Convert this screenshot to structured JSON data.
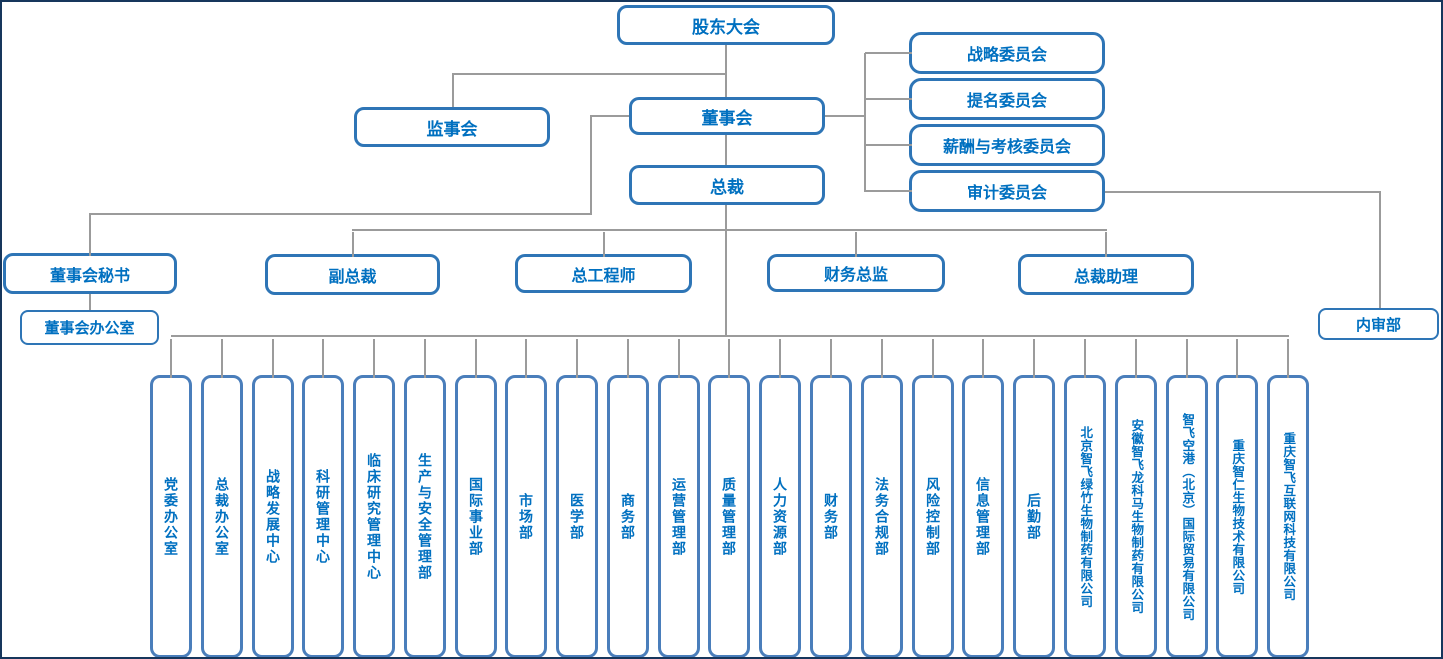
{
  "org": {
    "colors": {
      "box_border": "#2E75B6",
      "box_border_light": "#4A7EBB",
      "label_blue": "#0070C0",
      "connector_gray": "#9B9B9B",
      "background": "#FFFFFF"
    },
    "nodes": {
      "shareholders_meeting": "股东大会",
      "supervisory_board": "监事会",
      "board_of_directors": "董事会",
      "president": "总裁",
      "board_office": "董事会办公室",
      "internal_audit": "内审部"
    },
    "committees": [
      "战略委员会",
      "提名委员会",
      "薪酬与考核委员会",
      "审计委员会"
    ],
    "executives": [
      "董事会秘书",
      "副总裁",
      "总工程师",
      "财务总监",
      "总裁助理"
    ],
    "departments": [
      "党委办公室",
      "总裁办公室",
      "战略发展中心",
      "科研管理中心",
      "临床研究管理中心",
      "生产与安全管理部",
      "国际事业部",
      "市场部",
      "医学部",
      "商务部",
      "运营管理部",
      "质量管理部",
      "人力资源部",
      "财务部",
      "法务合规部",
      "风险控制部",
      "信息管理部",
      "后勤部",
      "北京智飞绿竹生物制药有限公司",
      "安徽智飞龙科马生物制药有限公司",
      "智飞空港（北京）国际贸易有限公司",
      "重庆智仁生物技术有限公司",
      "重庆智飞互联网科技有限公司"
    ]
  }
}
